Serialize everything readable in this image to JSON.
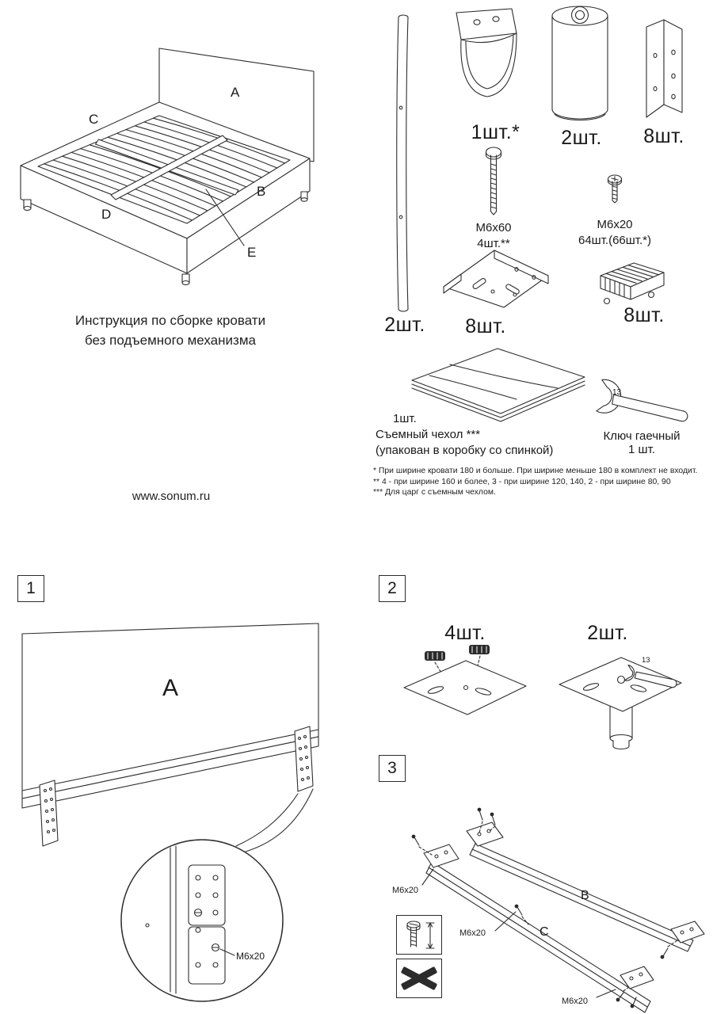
{
  "page": {
    "title_line1": "Инструкция по сборке кровати",
    "title_line2": "без подъемного механизма",
    "website": "www.sonum.ru"
  },
  "overview": {
    "labels": {
      "a": "A",
      "b": "B",
      "c": "C",
      "d": "D",
      "e": "E"
    }
  },
  "parts": {
    "slat": {
      "qty": "2шт."
    },
    "hanger": {
      "qty": "1шт.*"
    },
    "leg": {
      "qty": "2шт."
    },
    "angle_bracket": {
      "qty": "8шт."
    },
    "bolt": {
      "size": "M6x60",
      "qty": "4шт.**"
    },
    "screw": {
      "size": "M6x20",
      "qty": "64шт.(66шт.*)"
    },
    "corner_bracket": {
      "qty": "8шт."
    },
    "slat_holder": {
      "qty": "8шт."
    },
    "cover": {
      "qty": "1шт.",
      "name": "Съемный чехол ***",
      "note": "(упакован в коробку со спинкой)"
    },
    "wrench": {
      "name": "Ключ гаечный",
      "qty": "1 шт.",
      "size": "13"
    }
  },
  "footnotes": [
    "*  При ширине кровати 180 и больше. При ширине меньше  180 в комплект не входит.",
    "**  4 - при ширине 160 и более, 3 - при ширине 120, 140, 2 - при ширине 80, 90",
    "***  Для царг с съемным чехлом."
  ],
  "steps": {
    "one": {
      "number": "1",
      "panel_label": "A",
      "screw_label": "M6x20"
    },
    "two": {
      "number": "2",
      "feet_qty": "4шт.",
      "legs_qty": "2шт.",
      "wrench_size": "13"
    },
    "three": {
      "number": "3",
      "rail_b": "B",
      "rail_c": "C",
      "screw_label": "M6x20"
    }
  }
}
